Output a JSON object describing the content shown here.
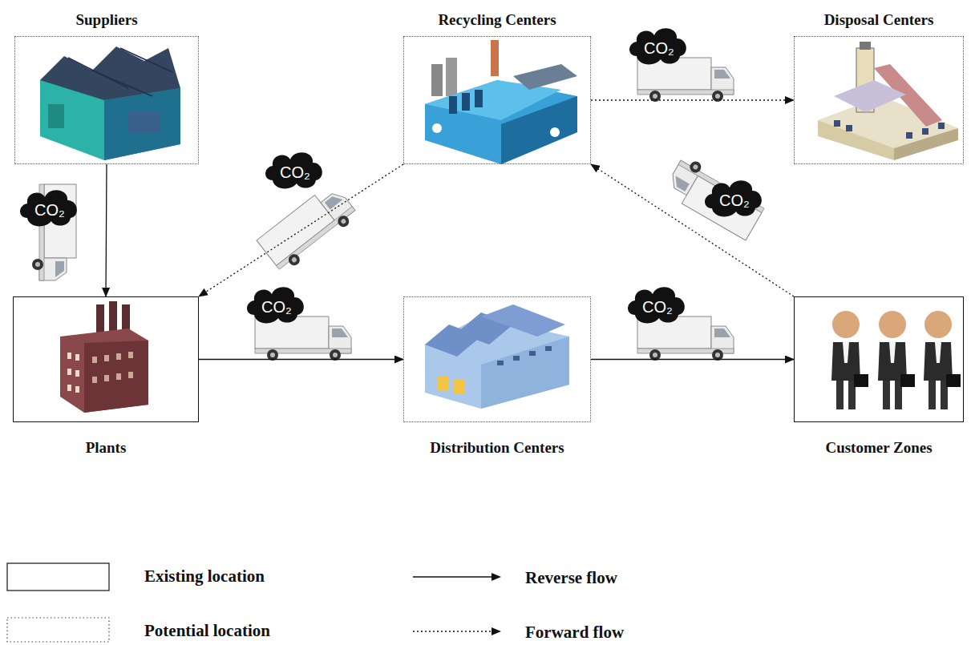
{
  "diagram": {
    "nodes": [
      {
        "text": [
          "Suppliers"
        ]
      },
      {
        "text": [
          "Recycling Centers"
        ]
      },
      {
        "text": [
          "Disposal Centers"
        ]
      },
      {
        "text": [
          "Plants"
        ]
      },
      {
        "text": [
          "Distribution Centers"
        ]
      },
      {
        "text": [
          "Customer Zones"
        ]
      }
    ],
    "edges": [
      {
        "from": 0,
        "to": 3,
        "arrow": "to"
      },
      {
        "from": 3,
        "to": 4,
        "arrow": "to"
      },
      {
        "from": 4,
        "to": 5,
        "arrow": "to"
      },
      {
        "from": 5,
        "to": 1,
        "arrow": "to"
      },
      {
        "from": 1,
        "to": 3,
        "arrow": "to"
      },
      {
        "from": 1,
        "to": 2,
        "arrow": "to"
      }
    ],
    "labels": [
      "CO₂",
      "CO₂",
      "CO₂",
      "CO₂",
      "CO₂",
      "CO₂"
    ],
    "legend": [
      {
        "text": "Existing location"
      },
      {
        "text": "Reverse flow"
      },
      {
        "text": "Potential location"
      },
      {
        "text": "Forward flow"
      }
    ]
  }
}
